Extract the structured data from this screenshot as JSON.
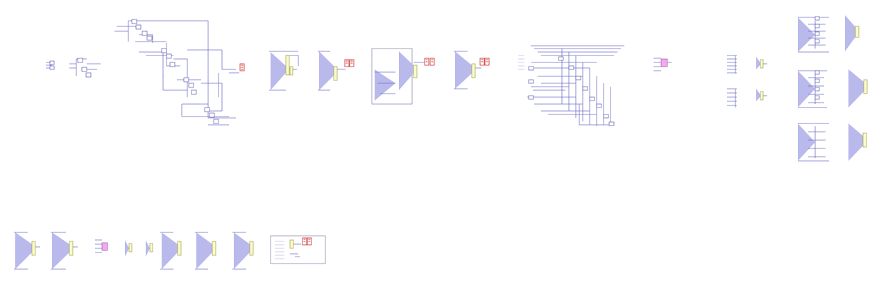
{
  "canvas": {
    "background": "#ffffff",
    "wire_color": "#6f6fc9",
    "fan_color": "#b9b9ec",
    "chip_yellow": "#fbfbc4",
    "chip_pink": "#f4a8f4",
    "display_color": "#d23b3b"
  },
  "circuits": [
    {
      "kind": "small-gate-network"
    },
    {
      "kind": "gate-network"
    },
    {
      "kind": "large-gate-network-with-display"
    },
    {
      "kind": "mux-with-inputs"
    },
    {
      "kind": "mux-with-two-digit-display"
    },
    {
      "kind": "framed-mux-with-two-digit-display"
    },
    {
      "kind": "mux-with-two-digit-display"
    },
    {
      "kind": "wide-wire-bus-network"
    },
    {
      "kind": "pink-chip"
    },
    {
      "kind": "input-column-pair"
    },
    {
      "kind": "small-mux-pair"
    },
    {
      "kind": "stacked-decoder-grid"
    },
    {
      "kind": "bottom-row-muxes"
    },
    {
      "kind": "framed-mini-circuit-with-display"
    }
  ]
}
